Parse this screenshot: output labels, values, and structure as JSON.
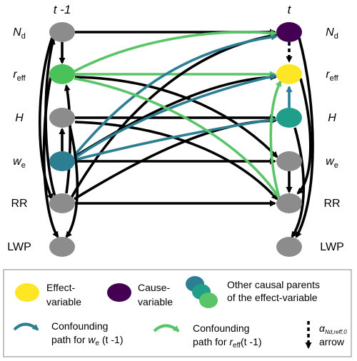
{
  "time_labels": {
    "past": "t -1",
    "current": "t"
  },
  "variables": [
    {
      "id": "Nd",
      "base": "N",
      "sub": "d",
      "italic": true,
      "past_color": "#8c8c8c",
      "current_color": "#440154"
    },
    {
      "id": "reff",
      "base": "r",
      "sub": "eff",
      "italic": true,
      "past_color": "#4bc15a",
      "current_color": "#fde725"
    },
    {
      "id": "H",
      "base": "H",
      "sub": "",
      "italic": true,
      "past_color": "#8c8c8c",
      "current_color": "#1f9e89"
    },
    {
      "id": "we",
      "base": "w",
      "sub": "e",
      "italic": true,
      "past_color": "#2c7f92",
      "current_color": "#8c8c8c"
    },
    {
      "id": "RR",
      "base": "RR",
      "sub": "",
      "italic": false,
      "past_color": "#8c8c8c",
      "current_color": "#8c8c8c"
    },
    {
      "id": "LWP",
      "base": "LWP",
      "sub": "",
      "italic": false,
      "past_color": "#8c8c8c",
      "current_color": "#8c8c8c"
    }
  ],
  "colors": {
    "causal_link": "#000000",
    "confounding_we": "#2c7f92",
    "confounding_reff": "#59c468",
    "effect": "#fde725",
    "cause": "#440154",
    "other_parents": [
      "#2c7f92",
      "#1f9e89",
      "#59c468"
    ]
  },
  "legend": {
    "effect_variable": [
      "Effect-",
      "variable"
    ],
    "cause_variable": [
      "Cause-",
      "variable"
    ],
    "other_parents": [
      "Other causal parents",
      "of the effect-variable"
    ],
    "confounding_we": {
      "line1": "Confounding",
      "line2_prefix": "path for ",
      "var_base": "w",
      "var_sub": "e",
      "suffix": " (t -1)"
    },
    "confounding_reff": {
      "line1": "Confounding",
      "line2_prefix": "path for ",
      "var_base": "r",
      "var_sub": "eff",
      "suffix": "(t -1)"
    },
    "alpha_arrow": {
      "symbol_base": "α",
      "symbol_sub": "Nd,reff,0",
      "label": "arrow"
    }
  }
}
